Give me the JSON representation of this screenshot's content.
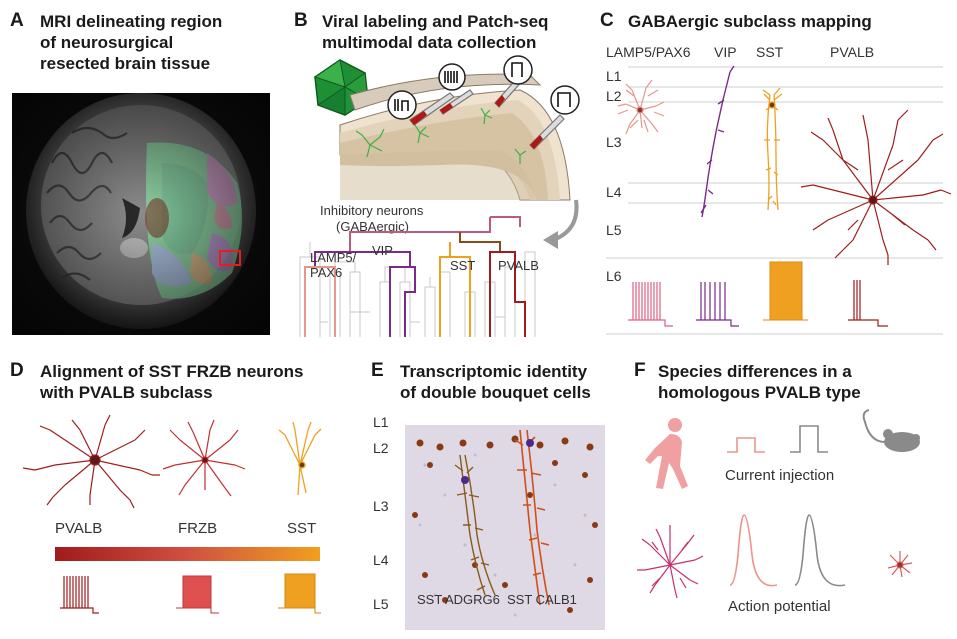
{
  "panel_a": {
    "label": "A",
    "title_lines": [
      "MRI delineating region",
      "of neurosurgical",
      "resected brain tissue"
    ]
  },
  "panel_b": {
    "label": "B",
    "title_lines": [
      "Viral labeling and Patch-seq",
      "multimodal data collection"
    ],
    "tree_title_lines": [
      "Inhibitory neurons",
      "(GABAergic)"
    ],
    "branch_labels": [
      "LAMP5/",
      "PAX6",
      "VIP",
      "SST",
      "PVALB"
    ]
  },
  "panel_c": {
    "label": "C",
    "title": "GABAergic subclass mapping",
    "subclasses": [
      "LAMP5/PAX6",
      "VIP",
      "SST",
      "PVALB"
    ],
    "layers": [
      "L1",
      "L2",
      "L3",
      "L4",
      "L5",
      "L6"
    ]
  },
  "panel_d": {
    "label": "D",
    "title_lines": [
      "Alignment of SST FRZB neurons",
      "with PVALB subclass"
    ],
    "types": [
      "PVALB",
      "FRZB",
      "SST"
    ]
  },
  "panel_e": {
    "label": "E",
    "title_lines": [
      "Transcriptomic identity",
      "of double bouquet cells"
    ],
    "layers": [
      "L1",
      "L2",
      "L3",
      "L4",
      "L5"
    ],
    "cells": [
      "SST ADGRG6",
      "SST CALB1"
    ]
  },
  "panel_f": {
    "label": "F",
    "title_lines": [
      "Species differences in a",
      "homologous PVALB type"
    ],
    "current_label": "Current injection",
    "ap_label": "Action potential",
    "icons": [
      "human-icon",
      "mouse-icon"
    ]
  },
  "colors": {
    "lamp5": "#e8958c",
    "vip": "#7a2a8a",
    "sst": "#f0a020",
    "pvalb": "#a01c1c",
    "frzb": "#e05050",
    "green": "#3cb04a"
  }
}
